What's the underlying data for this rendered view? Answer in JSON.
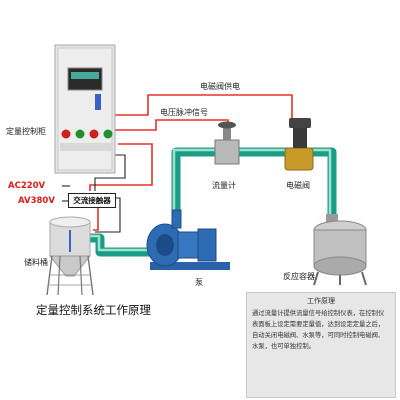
{
  "labels": {
    "cabinet": "定量控制柜",
    "valve_power": "电磁阀供电",
    "pulse_signal": "电压脉冲信号",
    "flowmeter": "流量计",
    "solenoid_valve": "电磁阀",
    "ac220": "AC220V",
    "av380": "AV380V",
    "contactor": "交流接触器",
    "storage_tank": "储料桶",
    "pump": "泵",
    "reactor": "反应容器"
  },
  "title": "定量控制系统工作原理",
  "principle": {
    "heading": "工作原理",
    "body": "通过流量计提供流量信号给控制仪表，在控制仪表面板上设定需要定量值，达到设定定量之后，自动关闭电磁阀、水泵等，可同时控制电磁阀、水泵，也可单独控制。"
  },
  "colors": {
    "wire": "#e8312a",
    "pipe": "#1aa58c",
    "pump": "#2d6bb3",
    "cabinet": "#e4e4e4"
  }
}
